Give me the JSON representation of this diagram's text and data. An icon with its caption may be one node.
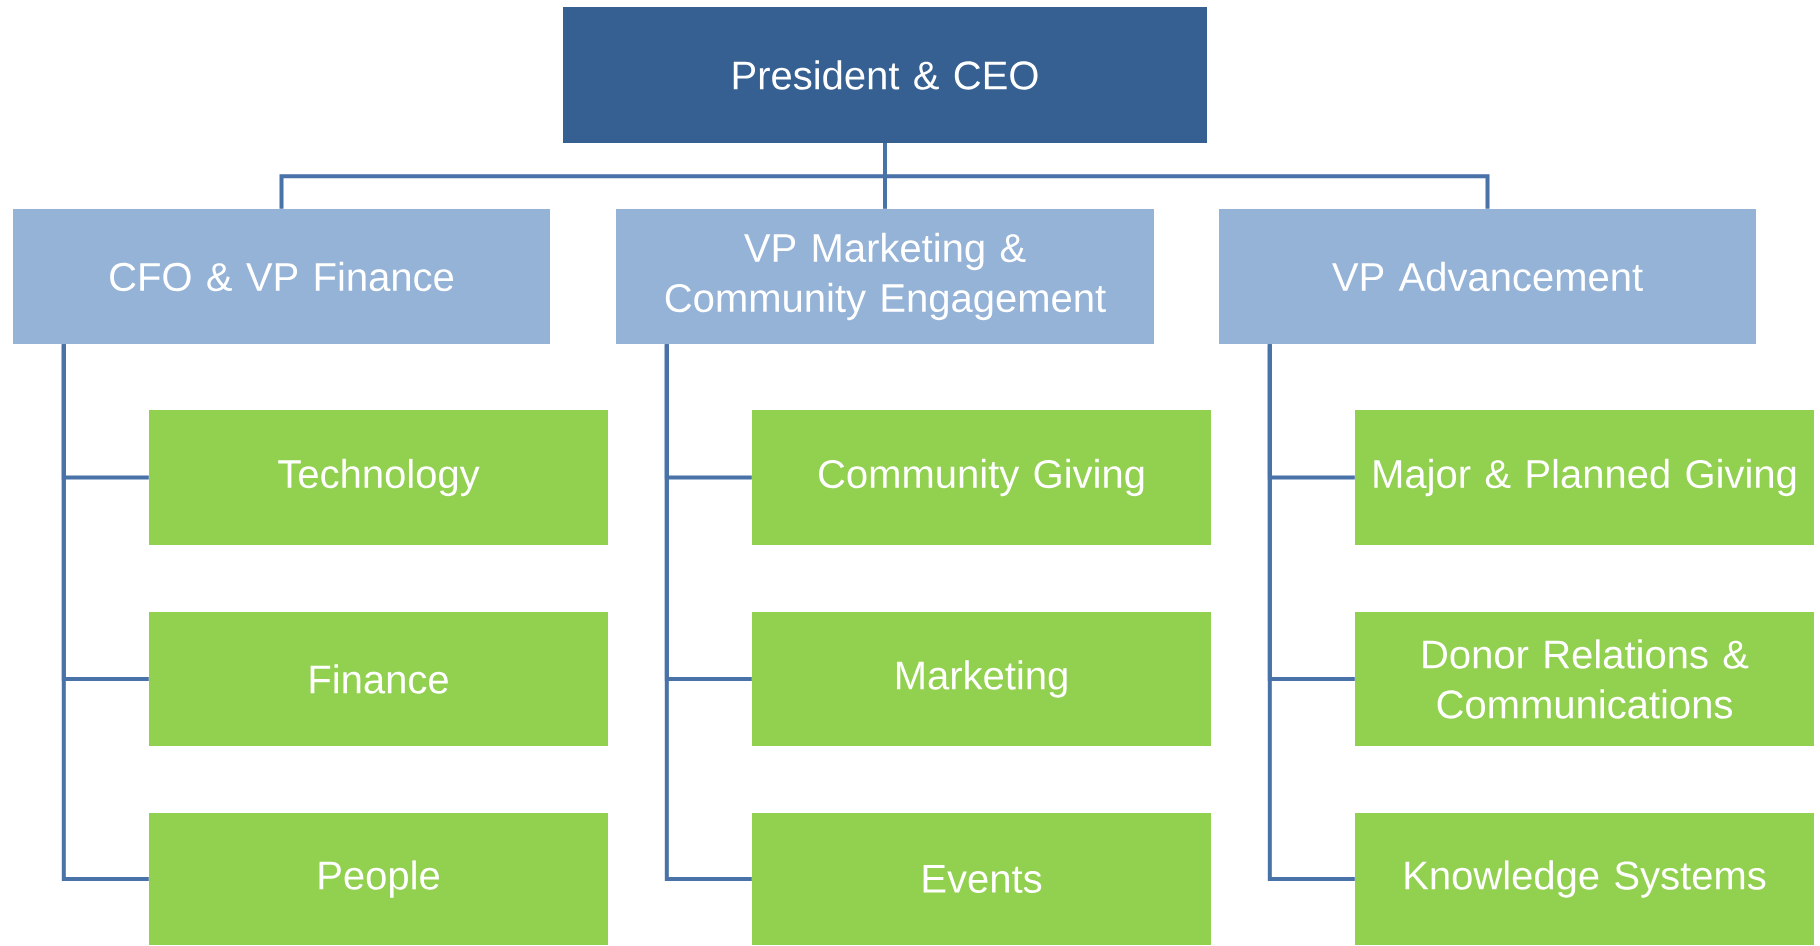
{
  "diagram": {
    "nodes": [
      {
        "text": [
          "President & CEO"
        ]
      },
      {
        "text": [
          "CFO & VP Finance"
        ]
      },
      {
        "text": [
          "VP Marketing & Community Engagement"
        ]
      },
      {
        "text": [
          "VP Advancement"
        ]
      },
      {
        "text": [
          "Technology"
        ]
      },
      {
        "text": [
          "Community Giving"
        ]
      },
      {
        "text": [
          "Major & Planned Giving"
        ]
      },
      {
        "text": [
          "Finance"
        ]
      },
      {
        "text": [
          "Marketing"
        ]
      },
      {
        "text": [
          "Donor Relations & Communications"
        ]
      },
      {
        "text": [
          "People"
        ]
      },
      {
        "text": [
          "Events"
        ]
      },
      {
        "text": [
          "Knowledge Systems"
        ]
      }
    ],
    "edges": [
      {
        "from": 0,
        "to": 1,
        "arrow": "none"
      },
      {
        "from": 0,
        "to": 2,
        "arrow": "none"
      },
      {
        "from": 0,
        "to": 3,
        "arrow": "none"
      },
      {
        "from": 1,
        "to": 4,
        "arrow": "none"
      },
      {
        "from": 1,
        "to": 7,
        "arrow": "none"
      },
      {
        "from": 1,
        "to": 10,
        "arrow": "none"
      },
      {
        "from": 2,
        "to": 5,
        "arrow": "none"
      },
      {
        "from": 2,
        "to": 8,
        "arrow": "none"
      },
      {
        "from": 2,
        "to": 11,
        "arrow": "none"
      },
      {
        "from": 3,
        "to": 6,
        "arrow": "none"
      },
      {
        "from": 3,
        "to": 9,
        "arrow": "none"
      },
      {
        "from": 3,
        "to": 12,
        "arrow": "none"
      }
    ]
  }
}
